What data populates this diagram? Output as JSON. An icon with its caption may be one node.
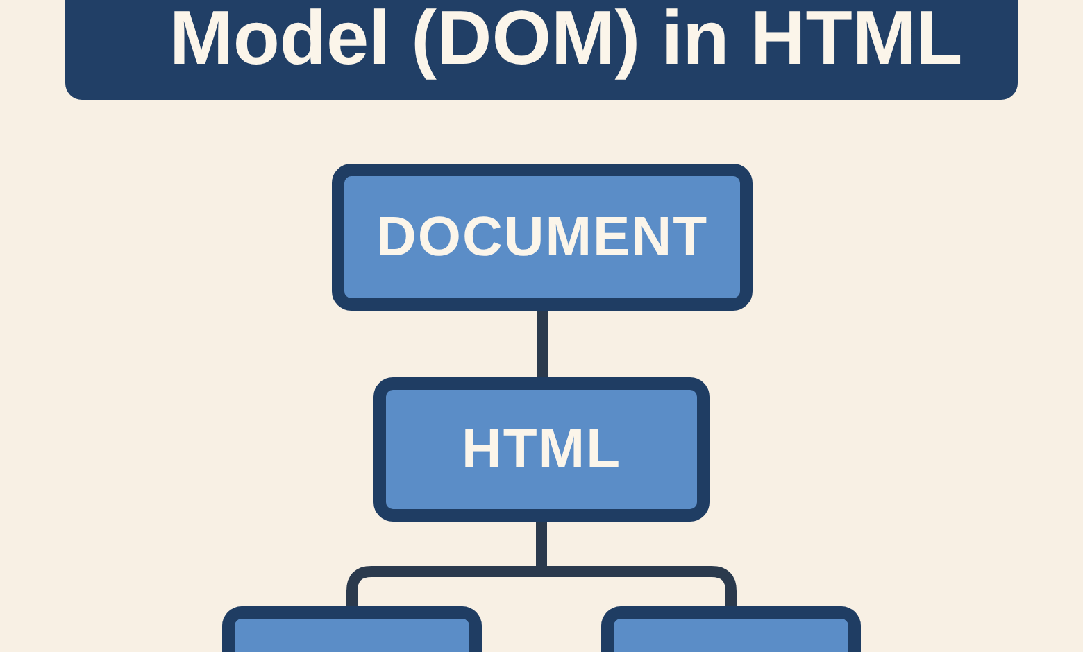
{
  "diagram": {
    "title": "Model (DOM) in HTML",
    "nodes": [
      {
        "text": [
          "DOCUMENT"
        ]
      },
      {
        "text": [
          "HTML"
        ]
      },
      {
        "text": [],
        "shape": "box"
      },
      {
        "text": [],
        "shape": "box"
      }
    ],
    "edges": [
      {
        "from": 0,
        "to": 1,
        "arrow": "none"
      },
      {
        "from": 1,
        "to": 2,
        "arrow": "none"
      },
      {
        "from": 1,
        "to": 3,
        "arrow": "none"
      }
    ]
  }
}
